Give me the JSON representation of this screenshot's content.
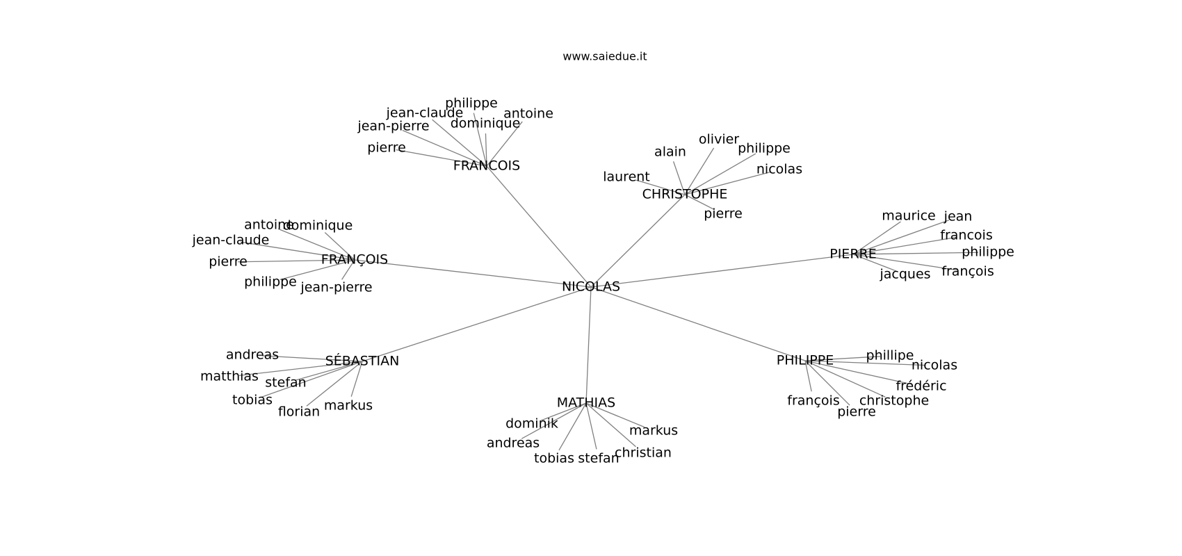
{
  "header": {
    "site": "www.saiedue.it"
  },
  "graph": {
    "root": "NICOLAS",
    "hubs": [
      {
        "name": "FRANCOIS",
        "children": [
          "philippe",
          "jean-claude",
          "jean-pierre",
          "dominique",
          "antoine",
          "pierre"
        ]
      },
      {
        "name": "CHRISTOPHE",
        "children": [
          "olivier",
          "alain",
          "philippe",
          "nicolas",
          "laurent",
          "pierre"
        ]
      },
      {
        "name": "FRANÇOIS",
        "children": [
          "antoine",
          "dominique",
          "jean-claude",
          "pierre",
          "philippe",
          "jean-pierre"
        ]
      },
      {
        "name": "PIERRE",
        "children": [
          "maurice",
          "jean",
          "francois",
          "philippe",
          "jacques",
          "françois"
        ]
      },
      {
        "name": "SÉBASTIAN",
        "children": [
          "andreas",
          "matthias",
          "stefan",
          "tobias",
          "florian",
          "markus"
        ]
      },
      {
        "name": "MATHIAS",
        "children": [
          "dominik",
          "andreas",
          "tobias",
          "stefan",
          "markus",
          "christian"
        ]
      },
      {
        "name": "PHILIPPE",
        "children": [
          "phillipe",
          "nicolas",
          "frédéric",
          "françois",
          "christophe",
          "pierre"
        ]
      }
    ]
  }
}
